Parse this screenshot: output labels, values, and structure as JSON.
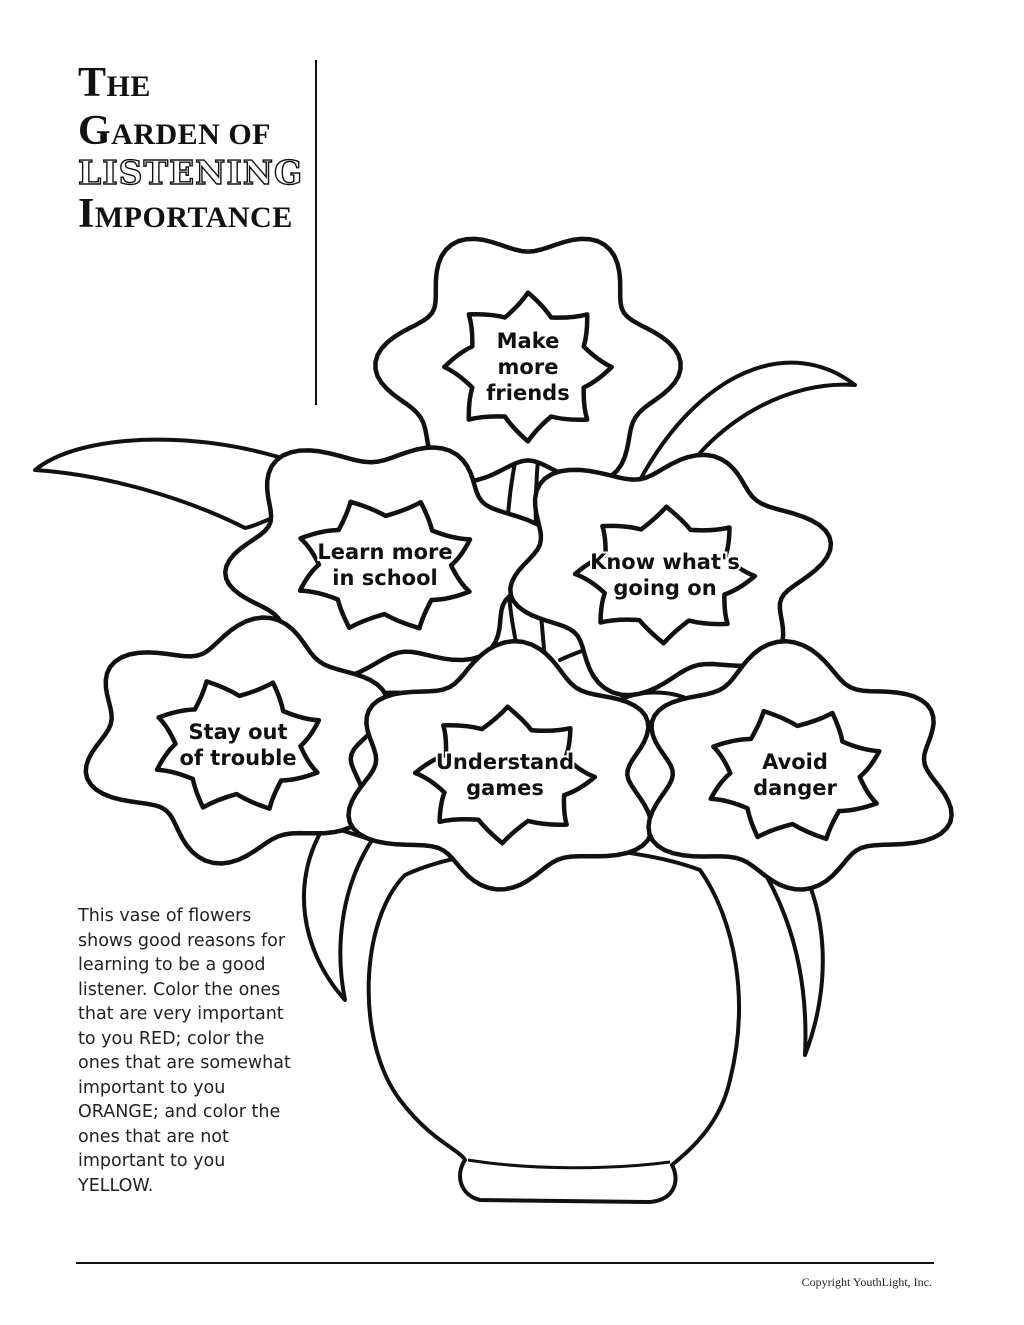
{
  "title": {
    "line1_cap": "T",
    "line1_rest": "HE",
    "line2_cap": "G",
    "line2_rest": "ARDEN OF",
    "line3": "LISTENING",
    "line4_cap": "I",
    "line4_rest": "MPORTANCE"
  },
  "flowers": [
    {
      "lines": [
        "Make",
        "more",
        "friends"
      ]
    },
    {
      "lines": [
        "Learn more",
        "in school"
      ]
    },
    {
      "lines": [
        "Know what's",
        "going on"
      ]
    },
    {
      "lines": [
        "Stay out",
        "of trouble"
      ]
    },
    {
      "lines": [
        "Understand",
        "games"
      ]
    },
    {
      "lines": [
        "Avoid",
        "danger"
      ]
    }
  ],
  "instructions": "This vase of flowers shows good reasons for learning to be a good listener. Color the ones that are very important to you RED; color the ones that are somewhat important to you ORANGE; and color the ones that are not important to you YELLOW.",
  "copyright": "Copyright YouthLight, Inc."
}
